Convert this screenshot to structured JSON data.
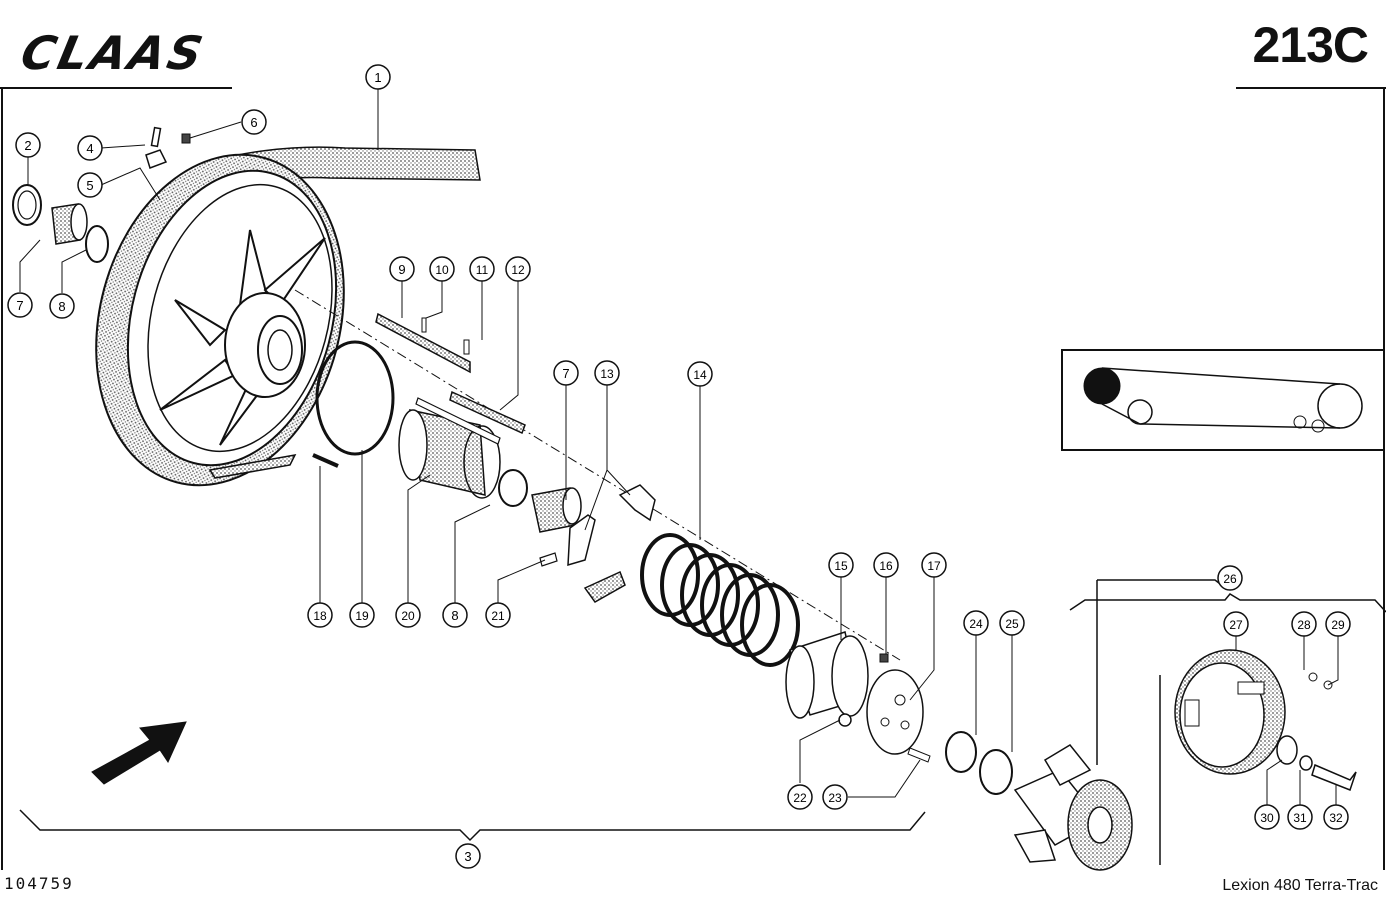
{
  "header": {
    "brand": "CLAAS",
    "page_code": "213C"
  },
  "footer": {
    "drawing_number": "104759",
    "model": "Lexion 480 Terra-Trac"
  },
  "callouts": [
    {
      "label": "1"
    },
    {
      "label": "2"
    },
    {
      "label": "3"
    },
    {
      "label": "4"
    },
    {
      "label": "5"
    },
    {
      "label": "6"
    },
    {
      "label": "7"
    },
    {
      "label": "8"
    },
    {
      "label": "9"
    },
    {
      "label": "10"
    },
    {
      "label": "11"
    },
    {
      "label": "12"
    },
    {
      "label": "7"
    },
    {
      "label": "13"
    },
    {
      "label": "14"
    },
    {
      "label": "15"
    },
    {
      "label": "16"
    },
    {
      "label": "17"
    },
    {
      "label": "18"
    },
    {
      "label": "19"
    },
    {
      "label": "20"
    },
    {
      "label": "8"
    },
    {
      "label": "21"
    },
    {
      "label": "22"
    },
    {
      "label": "23"
    },
    {
      "label": "24"
    },
    {
      "label": "25"
    },
    {
      "label": "26"
    },
    {
      "label": "27"
    },
    {
      "label": "28"
    },
    {
      "label": "29"
    },
    {
      "label": "30"
    },
    {
      "label": "31"
    },
    {
      "label": "32"
    }
  ],
  "colors": {
    "ink": "#111111",
    "stipple": "#8a8a8a"
  }
}
